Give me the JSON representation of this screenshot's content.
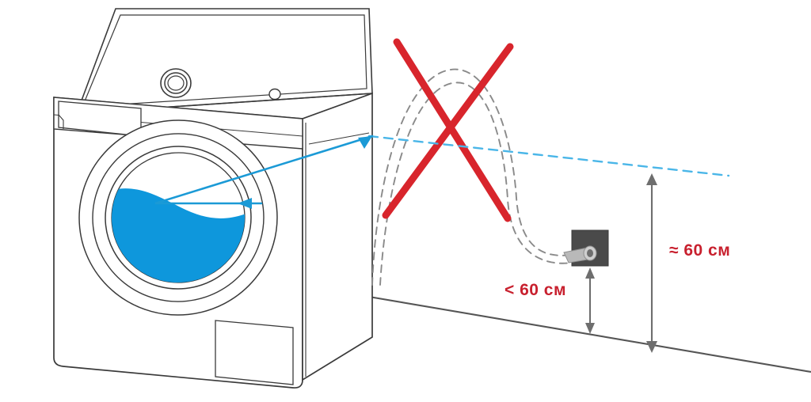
{
  "diagram": {
    "title": "Washing machine drain hose height installation diagram",
    "subject": "washing-machine",
    "language": "ru"
  },
  "colors": {
    "outline": "#3a3a3a",
    "water_blue": "#0E97DC",
    "arrow_blue": "#1b9ad6",
    "dashed_blue": "#4ab6e8",
    "red_mark": "#d8252c",
    "label_red": "#c8202e",
    "dim_gray": "#6e6e6e",
    "hose_dash": "#8a8a8a",
    "outlet_plate": "#4a4a4a",
    "outlet_pipe": "#b9b9b9",
    "floor_line": "#555555",
    "background": "#ffffff"
  },
  "labels": {
    "outlet_height": "< 60 см",
    "loop_height": "≈ 60 см"
  },
  "annotations": {
    "cross_mark": "red-x-forbidden",
    "water_level_line": "blue-dashed-water-level",
    "water_level_arrow": "blue-double-arrow-drum-to-level",
    "outlet_dimension": "gray-double-arrow-floor-to-outlet",
    "loop_dimension": "gray-double-arrow-floor-to-water-level"
  },
  "machine": {
    "parts": [
      "top-panel",
      "control-panel",
      "detergent-drawer",
      "control-knob",
      "control-button",
      "door-porthole",
      "door-rings",
      "water-fill",
      "filter-hatch",
      "body-front",
      "body-side"
    ]
  },
  "hose": {
    "style": "gray-dashed-double-line",
    "shape": "raised-loop-arch",
    "connects_to": "wall-drain-outlet"
  },
  "outlet": {
    "type": "wall-drain-outlet",
    "plate": "dark-square-plate",
    "pipe": "light-gray-stub"
  }
}
